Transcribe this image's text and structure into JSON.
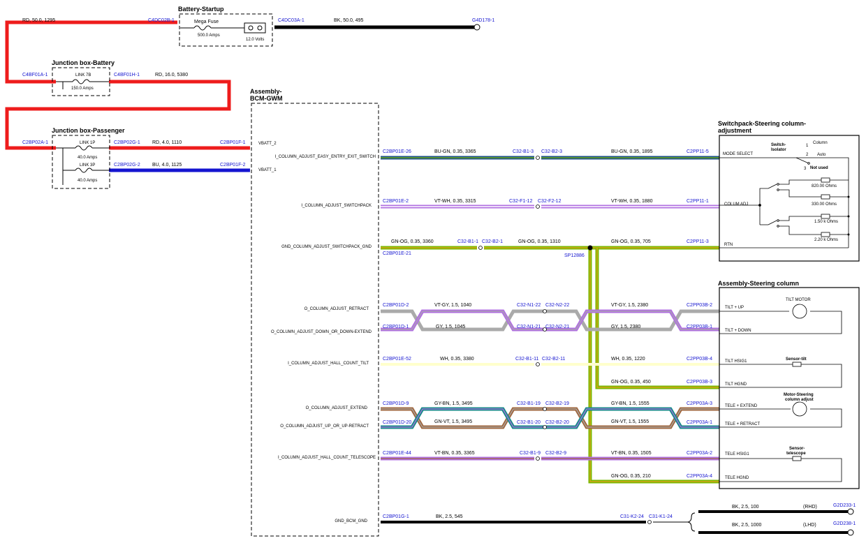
{
  "boxes": {
    "battery_startup": {
      "title": "Battery-Startup",
      "fuse": "Mega Fuse",
      "amps": "500.0 Amps",
      "volts": "12.0 Volts"
    },
    "jb_battery": {
      "title": "Junction box-Battery",
      "link": "LINK 7B",
      "amps": "150.0 Amps"
    },
    "jb_passenger": {
      "title": "Junction box-Passenger",
      "link1": "LINK 1P",
      "amps1": "40.0 Amps",
      "link2": "LINK 3P",
      "amps2": "40.0 Amps"
    },
    "bcm": {
      "title1": "Assembly-",
      "title2": "BCM-GWM",
      "pins": [
        "VBATT_2",
        "I_COLUMN_ADJUST_EASY_ENTRY_EXIT_SWITCH",
        "VBATT_1",
        "I_COLUMN_ADJUST_SWITCHPACK",
        "GND_COLUMN_ADJUST_SWITCHPACK_GND",
        "O_COLUMN_ADJUST_RETRACT",
        "O_COLUMN_ADJUST_DOWN_OR_DOWN-EXTEND",
        "I_COLUMN_ADJUST_HALL_COUNT_TILT",
        "O_COLUMN_ADJUST_EXTEND",
        "O_COLUMN_ADJUST_UP_OR_UP-RETRACT",
        "I_COLUMN_ADJUST_HALL_COUNT_TELESCOPE",
        "GND_BCM_GND"
      ]
    },
    "switchpack": {
      "title1": "Switchpack-Steering column-",
      "title2": "adjustment",
      "pins": [
        "MODE SELECT",
        "COLUM ADJ",
        "RTN"
      ],
      "switch_label1": "Switch-",
      "switch_label2": "Isolator",
      "pos1": "1",
      "pos1_label": "Column",
      "pos2": "2",
      "pos2_label": "Auto",
      "pos3": "3",
      "pos3_label": "Not used",
      "resistors": [
        "820.00 Ohms",
        "330.00 Ohms",
        "1.50 k Ohms",
        "2.20 k Ohms"
      ]
    },
    "steering": {
      "title": "Assembly-Steering column",
      "pins": [
        "TILT + UP",
        "TILT + DOWN",
        "TILT HSIG1",
        "TILT HGND",
        "TELE + EXTEND",
        "TELE + RETRACT",
        "TELE HSIG1",
        "TELE HGND"
      ],
      "tilt_motor": "TILT MOTOR",
      "sensor_tilt": "Sensor-tilt",
      "motor_tele1": "Motor-Steering",
      "motor_tele2": "column adjust",
      "sensor_tele1": "Sensor-",
      "sensor_tele2": "telescope"
    }
  },
  "connectors": {
    "c4dc02b": "C4DC02B-1",
    "c4dc03a": "C4DC03A-1",
    "g4d178": "G4D178-1",
    "c4bf01a": "C4BF01A-1",
    "c4bf01h": "C4BF01H-1",
    "c2bp02a": "C2BP02A-1",
    "c2bp02g1": "C2BP02G-1",
    "c2bp02g2": "C2BP02G-2",
    "c2bp01f1": "C2BP01F-1",
    "c2bp01f2": "C2BP01F-2",
    "c2bp01e26": "C2BP01E-26",
    "c32b23": "C32-B1-3",
    "c32b23r": "C32-B2-3",
    "c2pp115": "C2PP11-5",
    "c2bp01e2": "C2BP01E-2",
    "c32f112": "C32-F1-12",
    "c32f212": "C32-F2-12",
    "c2pp111": "C2PP11-1",
    "c32b11": "C32-B1-1",
    "c32b21": "C32-B2-1",
    "c2pp113": "C2PP11-3",
    "c2bp01e21": "C2BP01E-21",
    "sp12886": "SP12886",
    "c2bp01d2": "C2BP01D-2",
    "c32n122": "C32-N1-22",
    "c32n222": "C32-N2-22",
    "c2pp03b2": "C2PP03B-2",
    "c2bp01d1": "C2BP01D-1",
    "c32n121": "C32-N1-21",
    "c32n221": "C32-N2-21",
    "c2pp03b1": "C2PP03B-1",
    "c2bp01e52": "C2BP01E-52",
    "c32b111": "C32-B1-11",
    "c32b211": "C32-B2-11",
    "c2pp03b4": "C2PP03B-4",
    "c2pp03b3": "C2PP03B-3",
    "c2bp01d9": "C2BP01D-9",
    "c32b119": "C32-B1-19",
    "c32b219": "C32-B2-19",
    "c2pp03a3": "C2PP03A-3",
    "c2bp01d20": "C2BP01D-20",
    "c32b120": "C32-B1-20",
    "c32b220": "C32-B2-20",
    "c2pp03a1": "C2PP03A-1",
    "c2bp01e44": "C2BP01E-44",
    "c32b19": "C32-B1-9",
    "c32b29": "C32-B2-9",
    "c2pp03a2": "C2PP03A-2",
    "c2pp03a4": "C2PP03A-4",
    "c2bp01g1": "C2BP01G-1",
    "c31k224": "C31-K2-24",
    "c31k124": "C31-K1-24",
    "g2d233": "G2D233-1",
    "g2d238": "G2D238-1"
  },
  "wires": {
    "w1": "RD,  50.0,  1295",
    "w2": "BK,  50.0,  495",
    "w3": "RD,  16.0,  5380",
    "w4": "RD,  4.0,  1110",
    "w5": "BU,  4.0,  1125",
    "w6a": "BU-GN,  0.35,  3365",
    "w6b": "BU-GN,  0.35,  1895",
    "w7a": "VT-WH,  0.35,  3315",
    "w7b": "VT-WH,  0.35,  1880",
    "w8a": "GN-OG,  0.35,  3360",
    "w8b": "GN-OG,  0.35,  1310",
    "w8c": "GN-OG,  0.35,  705",
    "w9a": "VT-GY,  1.5,  1040",
    "w9b": "VT-GY,  1.5,  2380",
    "w10a": "GY,  1.5,  1045",
    "w10b": "GY,  1.5,  2380",
    "w11a": "WH,  0.35,  3380",
    "w11b": "WH,  0.35,  1220",
    "w12": "GN-OG,  0.35,  450",
    "w13a": "GY-BN,  1.5,  3495",
    "w13b": "GY-BN,  1.5,  1555",
    "w14a": "GN-VT,  1.5,  3495",
    "w14b": "GN-VT,  1.5,  1555",
    "w15a": "VT-BN,  0.35,  3365",
    "w15b": "VT-BN,  0.35,  1505",
    "w16": "GN-OG,  0.35,  210",
    "w17": "BK,  2.5,  545",
    "w18": "BK,  2.5,  100",
    "w19": "BK,  2.5,  1000",
    "rhd": "(RHD)",
    "lhd": "(LHD)"
  },
  "colors": {
    "red": "#ee1c1c",
    "blue": "#1515d0",
    "black": "#000000",
    "green": "#7ab800",
    "yellow": "#e8e020",
    "violet": "#b070e0",
    "gray": "#aaaaaa",
    "brown": "#a06840",
    "teal": "#1a8a8a",
    "navy": "#1b4f8a",
    "white": "#ffffcc",
    "connector": "#1515d0"
  }
}
